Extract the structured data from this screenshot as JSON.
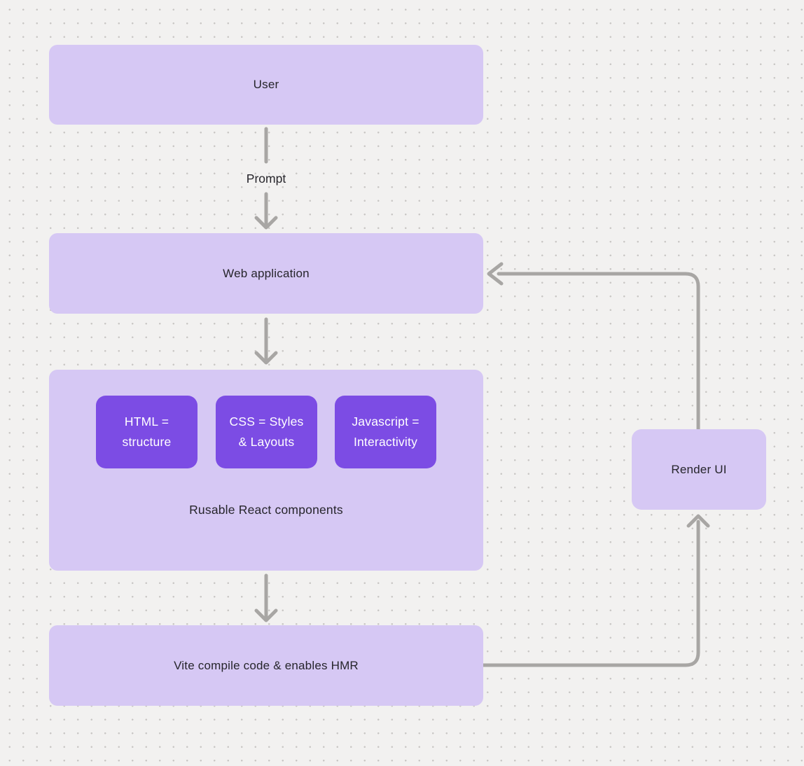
{
  "diagram": {
    "nodes": {
      "user": {
        "label": "User"
      },
      "web_application": {
        "label": "Web application"
      },
      "react_components": {
        "label": "Rusable React components",
        "children": [
          {
            "label": "HTML = structure"
          },
          {
            "label": "CSS = Styles & Layouts"
          },
          {
            "label": "Javascript = Interactivity"
          }
        ]
      },
      "vite": {
        "label": "Vite compile code & enables HMR"
      },
      "render_ui": {
        "label": "Render UI"
      }
    },
    "edges": [
      {
        "from": "User",
        "to": "Web application",
        "label": "Prompt",
        "direction": "down"
      },
      {
        "from": "Web application",
        "to": "Rusable React components",
        "label": "",
        "direction": "down"
      },
      {
        "from": "Rusable React components",
        "to": "Vite compile code & enables HMR",
        "label": "",
        "direction": "down"
      },
      {
        "from": "Vite compile code & enables HMR",
        "to": "Render UI",
        "label": "",
        "direction": "right-then-up"
      },
      {
        "from": "Render UI",
        "to": "Web application",
        "label": "",
        "direction": "up-then-left"
      }
    ]
  },
  "colors": {
    "canvas_bg": "#f2f1f0",
    "grid_dot": "#c9c7c5",
    "node_fill": "#d6c8f4",
    "node_text": "#26252b",
    "chip_fill": "#7c4ce4",
    "chip_text": "#ffffff",
    "connector": "#a8a6a4"
  }
}
